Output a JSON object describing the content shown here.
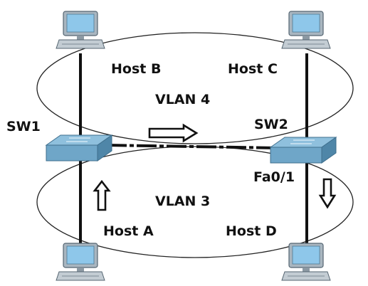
{
  "labels": {
    "host_a": "Host A",
    "host_b": "Host B",
    "host_c": "Host C",
    "host_d": "Host D",
    "vlan_4": "VLAN 4",
    "vlan_3": "VLAN 3",
    "sw1": "SW1",
    "sw2": "SW2",
    "port": "Fa0/1"
  },
  "icons": {
    "host": "desktop-computer-icon",
    "switch": "network-switch-icon",
    "arrow_right": "arrow-right-icon",
    "arrow_up": "arrow-up-icon",
    "arrow_down": "arrow-down-icon"
  },
  "colors": {
    "monitor_frame": "#a9b6c0",
    "monitor_screen": "#8ec7ea",
    "switch_top": "#7cb0cf",
    "switch_side": "#5f93b4",
    "line": "#111111"
  }
}
